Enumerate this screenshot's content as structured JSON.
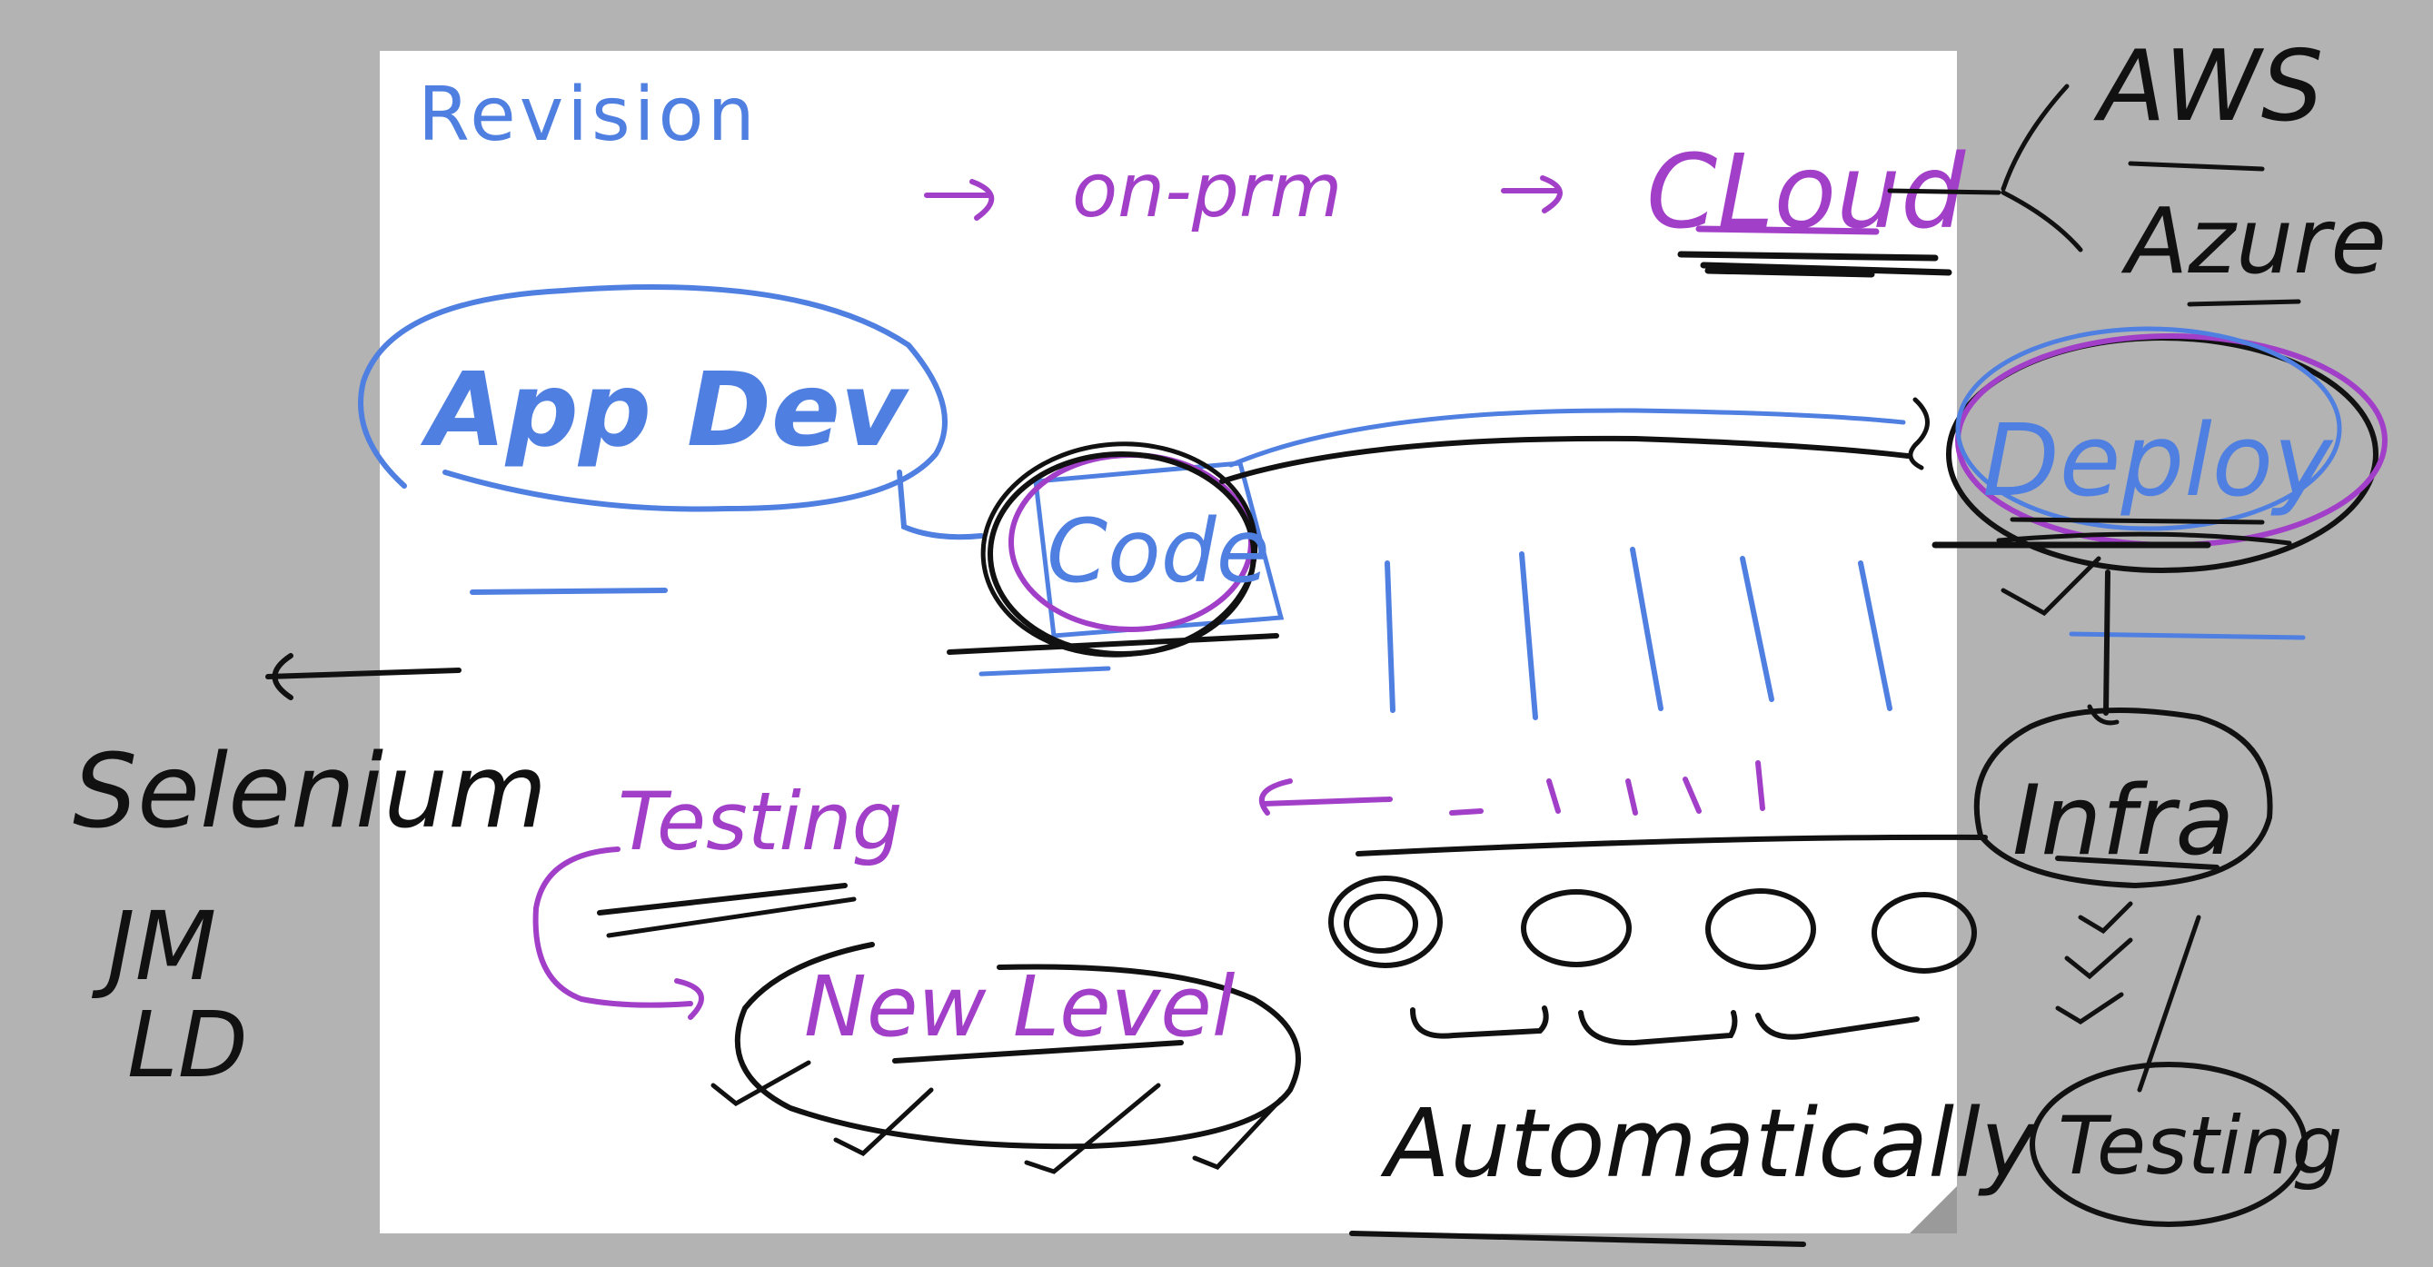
{
  "board": {
    "title": "Revision",
    "colors": {
      "background": "#b3b3b3",
      "page": "#ffffff",
      "blue": "#4f7fe0",
      "purple": "#a23fc8",
      "black": "#111111"
    }
  },
  "top_row": {
    "arrow1": "->",
    "on_prem": "on-prm",
    "arrow2": "->",
    "cloud": "CLoud"
  },
  "cloud_providers": [
    "AWS",
    "Azure"
  ],
  "left_side": {
    "app_dev": "App Dev",
    "selenium": "Selenium",
    "jm": "JM",
    "ld": "LD"
  },
  "middle": {
    "code": "Code",
    "testing": "Testing",
    "new_level": "New Level",
    "automatically": "Automatically"
  },
  "right_side": {
    "deploy": "Deploy",
    "infra": "Infra",
    "testing": "Testing"
  }
}
